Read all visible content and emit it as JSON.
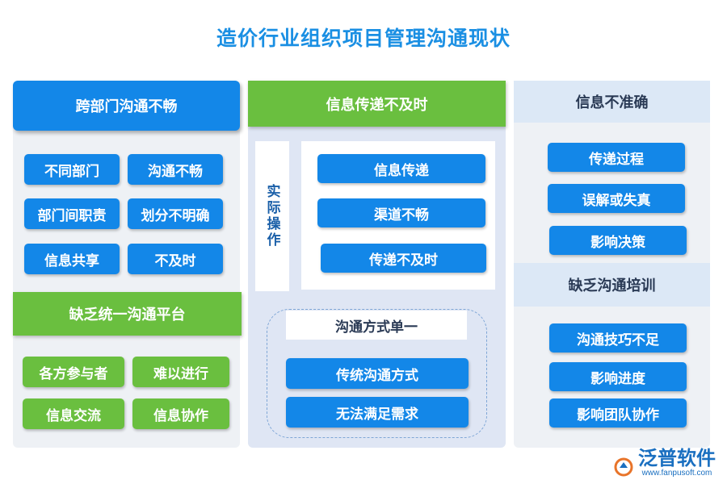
{
  "title": "造价行业组织项目管理沟通现状",
  "left": {
    "header": "跨部门沟通不畅",
    "items": [
      "不同部门",
      "沟通不畅",
      "部门间职责",
      "划分不明确",
      "信息共享",
      "不及时"
    ],
    "sub_header": "缺乏统一沟通平台",
    "sub_items": [
      "各方参与者",
      "难以进行",
      "信息交流",
      "信息协作"
    ]
  },
  "middle": {
    "header": "信息传递不及时",
    "vertical_label": "实际操作",
    "items": [
      "信息传递",
      "渠道不畅",
      "传递不及时"
    ],
    "sub_header": "沟通方式单一",
    "sub_items": [
      "传统沟通方式",
      "无法满足需求"
    ]
  },
  "right": {
    "header": "信息不准确",
    "items": [
      "传递过程",
      "误解或失真",
      "影响决策"
    ],
    "sub_header": "缺乏沟通培训",
    "sub_items": [
      "沟通技巧不足",
      "影响进度",
      "影响团队协作"
    ]
  },
  "logo": {
    "name": "泛普软件",
    "url": "www.fanpusoft.com"
  }
}
